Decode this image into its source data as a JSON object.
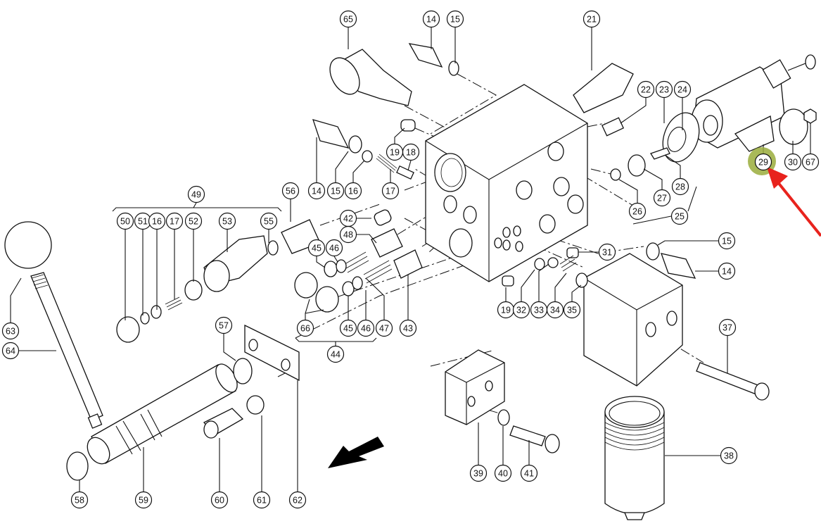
{
  "diagram": {
    "title": "Hydraulic control valve block - exploded parts view",
    "highlight": {
      "part_number": "29",
      "marker_color": "#9aad3c",
      "arrow_color": "#e8231d"
    },
    "direction_arrow": "front-direction-arrow",
    "callouts": [
      {
        "id": "c65",
        "label": "65"
      },
      {
        "id": "c14a",
        "label": "14"
      },
      {
        "id": "c15a",
        "label": "15"
      },
      {
        "id": "c21",
        "label": "21"
      },
      {
        "id": "c22",
        "label": "22"
      },
      {
        "id": "c23",
        "label": "23"
      },
      {
        "id": "c24",
        "label": "24"
      },
      {
        "id": "c29",
        "label": "29"
      },
      {
        "id": "c30",
        "label": "30"
      },
      {
        "id": "c67",
        "label": "67"
      },
      {
        "id": "c19a",
        "label": "19"
      },
      {
        "id": "c18",
        "label": "18"
      },
      {
        "id": "c14b",
        "label": "14"
      },
      {
        "id": "c15b",
        "label": "15"
      },
      {
        "id": "c16a",
        "label": "16"
      },
      {
        "id": "c17a",
        "label": "17"
      },
      {
        "id": "c56",
        "label": "56"
      },
      {
        "id": "c27",
        "label": "27"
      },
      {
        "id": "c28",
        "label": "28"
      },
      {
        "id": "c26",
        "label": "26"
      },
      {
        "id": "c25",
        "label": "25"
      },
      {
        "id": "c49",
        "label": "49"
      },
      {
        "id": "c50",
        "label": "50"
      },
      {
        "id": "c51",
        "label": "51"
      },
      {
        "id": "c16b",
        "label": "16"
      },
      {
        "id": "c17b",
        "label": "17"
      },
      {
        "id": "c52",
        "label": "52"
      },
      {
        "id": "c53",
        "label": "53"
      },
      {
        "id": "c55",
        "label": "55"
      },
      {
        "id": "c42",
        "label": "42"
      },
      {
        "id": "c48",
        "label": "48"
      },
      {
        "id": "c45a",
        "label": "45"
      },
      {
        "id": "c46a",
        "label": "46"
      },
      {
        "id": "c15c",
        "label": "15"
      },
      {
        "id": "c14c",
        "label": "14"
      },
      {
        "id": "c31",
        "label": "31"
      },
      {
        "id": "c63",
        "label": "63"
      },
      {
        "id": "c64",
        "label": "64"
      },
      {
        "id": "c19b",
        "label": "19"
      },
      {
        "id": "c32",
        "label": "32"
      },
      {
        "id": "c33",
        "label": "33"
      },
      {
        "id": "c34",
        "label": "34"
      },
      {
        "id": "c35",
        "label": "35"
      },
      {
        "id": "c66",
        "label": "66"
      },
      {
        "id": "c45b",
        "label": "45"
      },
      {
        "id": "c46b",
        "label": "46"
      },
      {
        "id": "c47",
        "label": "47"
      },
      {
        "id": "c43",
        "label": "43"
      },
      {
        "id": "c57",
        "label": "57"
      },
      {
        "id": "c37",
        "label": "37"
      },
      {
        "id": "c44",
        "label": "44"
      },
      {
        "id": "c38",
        "label": "38"
      },
      {
        "id": "c39",
        "label": "39"
      },
      {
        "id": "c40",
        "label": "40"
      },
      {
        "id": "c41",
        "label": "41"
      },
      {
        "id": "c58",
        "label": "58"
      },
      {
        "id": "c59",
        "label": "59"
      },
      {
        "id": "c60",
        "label": "60"
      },
      {
        "id": "c61",
        "label": "61"
      },
      {
        "id": "c62",
        "label": "62"
      }
    ]
  }
}
